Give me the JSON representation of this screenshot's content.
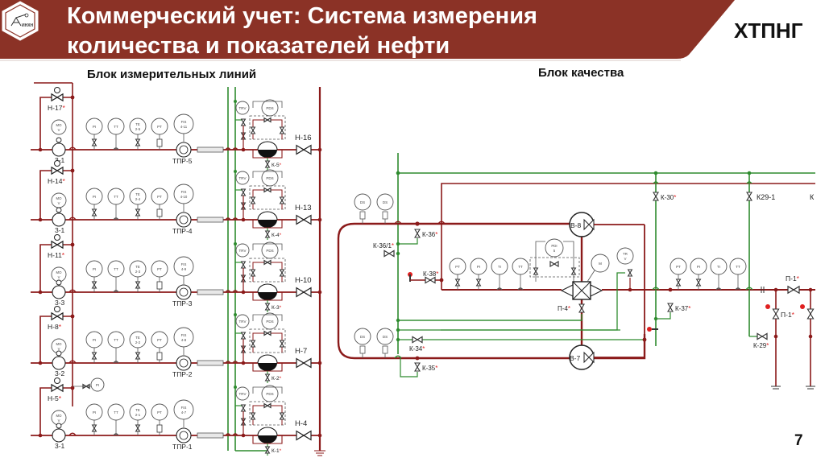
{
  "header": {
    "title_line1": "Коммерческий учет: Система измерения",
    "title_line2": "количества и показателей нефти",
    "organization": "ХТПНГ",
    "logo_text": "ИНХН",
    "brand_color": "#8b3226"
  },
  "sections": {
    "measuring_lines_label": "Блок измерительных линий",
    "quality_block_label": "Блок качества"
  },
  "page_number": "7",
  "colors": {
    "oil_line": "#8b1a1a",
    "drain_line": "#2e8b2e",
    "instrument": "#555555",
    "marker": "#e02020"
  },
  "measuring_lines": [
    {
      "inlet_valve": "Н-17*",
      "filter": "3-1",
      "te": "TE 2-5",
      "fis": "FIS 4-11",
      "meter": "ТПР-5",
      "outlet_valve": "Н-16",
      "drain_valve": "К-5*"
    },
    {
      "inlet_valve": "Н-14*",
      "filter": "3-1",
      "te": "TE 2-4",
      "fis": "FIS 4-10",
      "meter": "ТПР-4",
      "outlet_valve": "Н-13",
      "drain_valve": "К-4*"
    },
    {
      "inlet_valve": "Н-11*",
      "filter": "3-3",
      "te": "TE 2-3",
      "fis": "FIS 4-9",
      "meter": "ТПР-3",
      "outlet_valve": "Н-10",
      "drain_valve": "К-3*"
    },
    {
      "inlet_valve": "Н-8*",
      "filter": "3-2",
      "te": "TE 2-2",
      "fis": "FIS 4-8",
      "meter": "ТПР-2",
      "outlet_valve": "Н-7",
      "drain_valve": "К-2*"
    },
    {
      "inlet_valve": "Н-5*",
      "filter": "3-1",
      "te": "TE 2-1",
      "fis": "FIS 4-7",
      "meter": "ТПР-1",
      "outlet_valve": "Н-4",
      "drain_valve": "К-1*"
    }
  ],
  "line_instruments": {
    "mov": "MO V",
    "pi": "PI",
    "tt": "TT",
    "pt": "PT",
    "trv": "TRV",
    "pds": "PDS"
  },
  "quality_block": {
    "valves": {
      "k36": "К-36*",
      "k36_1": "К-36/1*",
      "k38": "К-38*",
      "k34": "К-34*",
      "k35": "К-35*",
      "k30": "К-30*",
      "k29_1": "К29-1",
      "k_cut": "К",
      "k37": "К-37*",
      "k29": "К-29*",
      "p1_top": "П-1*",
      "p1_side": "П-1*",
      "p4": "П-4*",
      "b8": "В-8",
      "b7": "В-7"
    },
    "instruments": {
      "ds": "DS",
      "pt": "PT",
      "pi": "PI",
      "ti": "TI",
      "tt": "TT",
      "pdi": "PDI 5",
      "m": "M",
      "trv": "TR V"
    }
  }
}
